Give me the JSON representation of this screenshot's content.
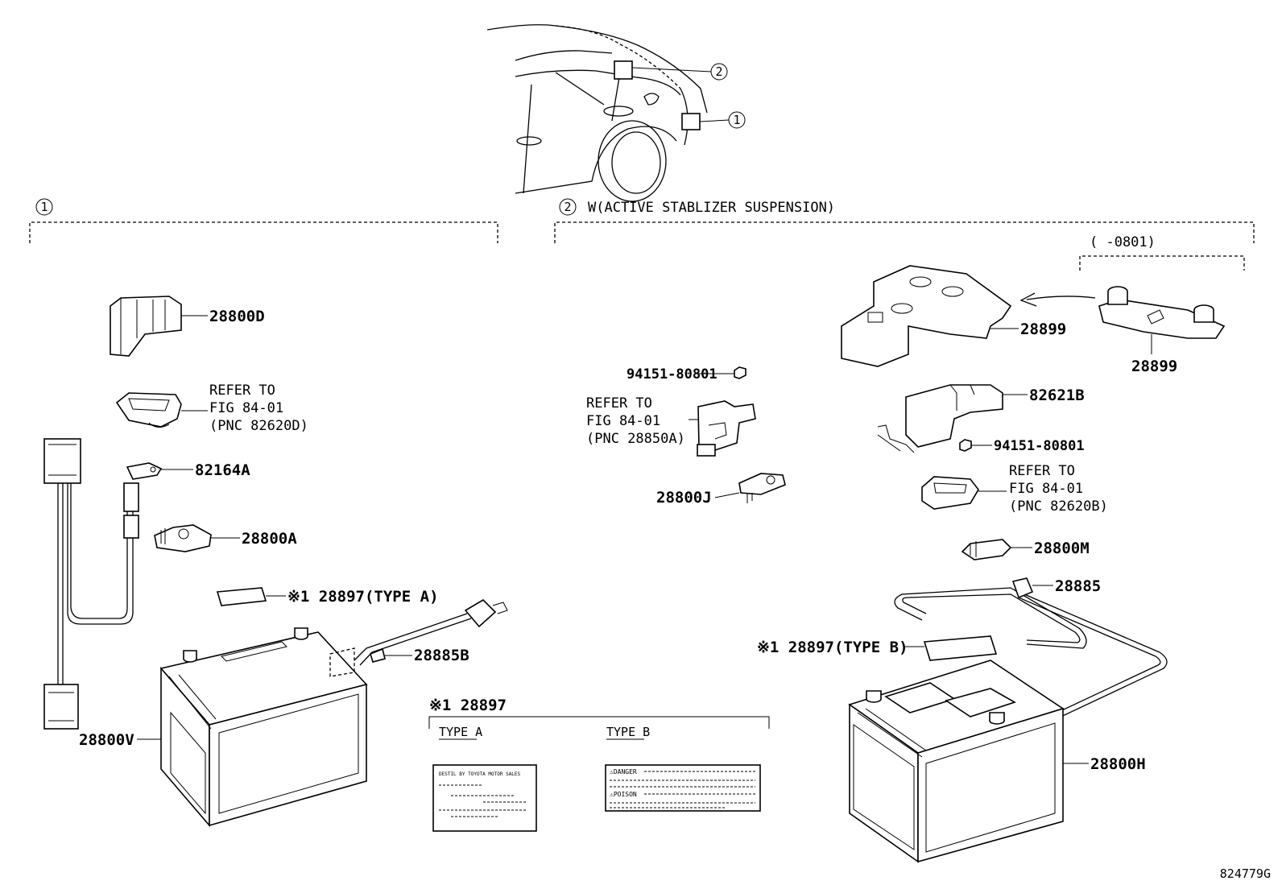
{
  "sections": {
    "left_marker": "1",
    "right_marker": "2",
    "right_title": "W(ACTIVE STABLIZER SUSPENSION)",
    "date_range": "(      -0801)"
  },
  "callouts": {
    "c1": "1",
    "c2": "2"
  },
  "labels": {
    "p28800D": "28800D",
    "ref_a_1": "REFER TO",
    "ref_a_2": "FIG 84-01",
    "ref_a_3": "(PNC 82620D)",
    "p82164A": "82164A",
    "p28800A": "28800A",
    "p28897_a": "※1 28897(TYPE A)",
    "p28885B": "28885B",
    "p28800V": "28800V",
    "table_title": "※1 28897",
    "type_a": "TYPE A",
    "type_b": "TYPE B",
    "p94151_left": "94151-80801",
    "ref_b_1": "REFER TO",
    "ref_b_2": "FIG 84-01",
    "ref_b_3": "(PNC 28850A)",
    "p28800J": "28800J",
    "p28899_a": "28899",
    "p28899_b": "28899",
    "p82621B": "82621B",
    "p94151_right": "94151-80801",
    "ref_c_1": "REFER TO",
    "ref_c_2": "FIG 84-01",
    "ref_c_3": "(PNC 82620B)",
    "p28800M": "28800M",
    "p28885": "28885",
    "p28897_b": "※1 28897(TYPE B)",
    "p28800H": "28800H",
    "figure_id": "824779G"
  },
  "decals": {
    "type_a_header": "DESTIL BY TOYOTA MOTOR SALES",
    "type_b_danger": "⚠DANGER",
    "type_b_poison": "⚠POISON"
  },
  "icons": [
    "car-rear-icon",
    "battery-icon",
    "connector-icon",
    "terminal-clamp-icon",
    "relay-icon",
    "cable-icon",
    "terminal-cover-icon"
  ]
}
